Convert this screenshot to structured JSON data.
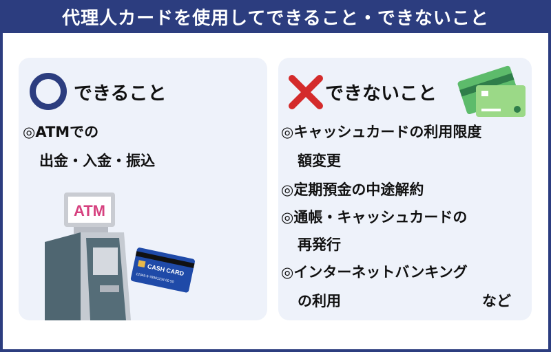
{
  "header": {
    "title": "代理人カードを使用してできること・できないこと"
  },
  "can": {
    "title": "できること",
    "icon": "circle-mark-icon",
    "items": [
      "◎ATMでの",
      "出金・入金・振込"
    ]
  },
  "cannot": {
    "title": "できないこと",
    "icon": "cross-mark-icon",
    "items": [
      "◎キャッシュカードの利用限度",
      "額変更",
      "◎定期預金の中途解約",
      "◎通帳・キャッシュカードの",
      "再発行",
      "◎インターネットバンキング",
      "の利用"
    ],
    "etc": "など"
  },
  "illustration": {
    "atm_sign": "ATM",
    "card_label": "CASH CARD",
    "card_number": "12345-6-78901234 00 50"
  },
  "colors": {
    "accent": "#2c3d7f",
    "panel": "#eef2fa",
    "cross": "#d42b2b",
    "atm_sign": "#d6417f",
    "card": "#1f4aa8",
    "green_card": "#6cc46c"
  }
}
